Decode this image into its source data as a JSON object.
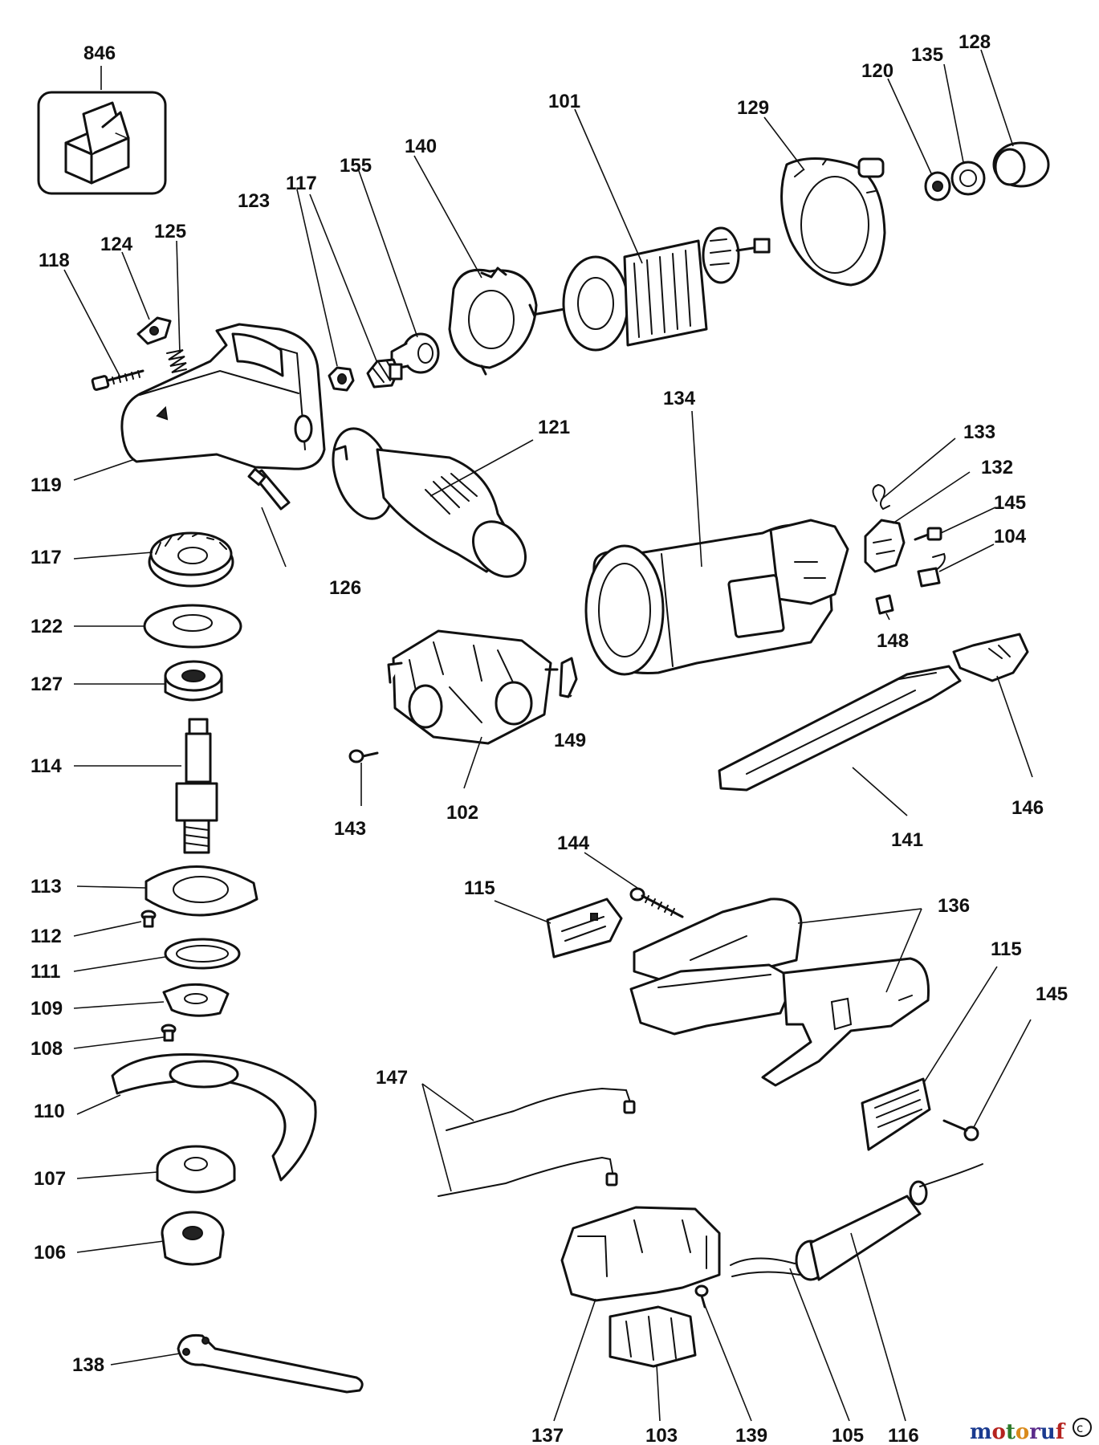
{
  "parts": [
    "846",
    "128",
    "135",
    "120",
    "101",
    "129",
    "155",
    "140",
    "123",
    "117",
    "118",
    "124",
    "125",
    "119",
    "121",
    "134",
    "133",
    "132",
    "145",
    "104",
    "117",
    "126",
    "122",
    "127",
    "148",
    "149",
    "146",
    "114",
    "143",
    "102",
    "141",
    "144",
    "113",
    "115",
    "136",
    "112",
    "111",
    "115",
    "109",
    "145",
    "108",
    "147",
    "110",
    "107",
    "106",
    "138",
    "137",
    "103",
    "139",
    "105",
    "116"
  ],
  "watermark": {
    "text": "motoruf",
    "colors": [
      "#1a3a8f",
      "#b5231f",
      "#2d7a2a",
      "#d98a1a",
      "#5a2a8a",
      "#1a3a8f",
      "#b5231f"
    ]
  }
}
